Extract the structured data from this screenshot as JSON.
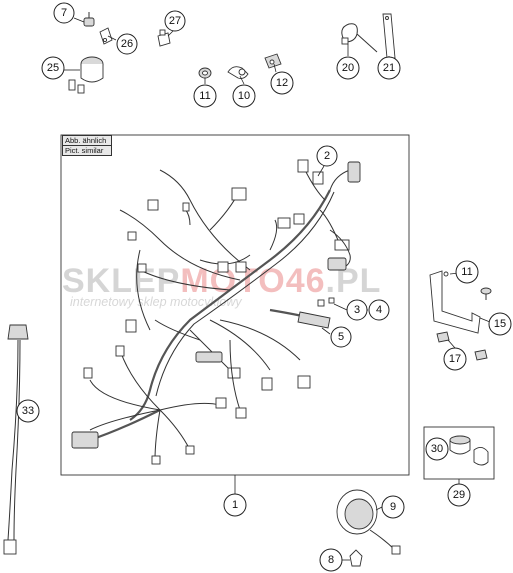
{
  "note": {
    "line1": "Abb. ähnlich",
    "line2": "Pict. similar"
  },
  "watermark": {
    "title_start": "SKLEP",
    "title_accent": "MOTO46",
    "title_end": ".PL",
    "subtitle": "internetowy sklep motocyklowy",
    "accent_color": "#e07070"
  },
  "callouts": {
    "c7": "7",
    "c26": "26",
    "c27": "27",
    "c25": "25",
    "c11a": "11",
    "c10": "10",
    "c12": "12",
    "c20": "20",
    "c21": "21",
    "c2": "2",
    "c3": "3",
    "c4": "4",
    "c5": "5",
    "c11b": "11",
    "c15": "15",
    "c17": "17",
    "c33": "33",
    "c30": "30",
    "c29": "29",
    "c1": "1",
    "c9": "9",
    "c8": "8"
  }
}
